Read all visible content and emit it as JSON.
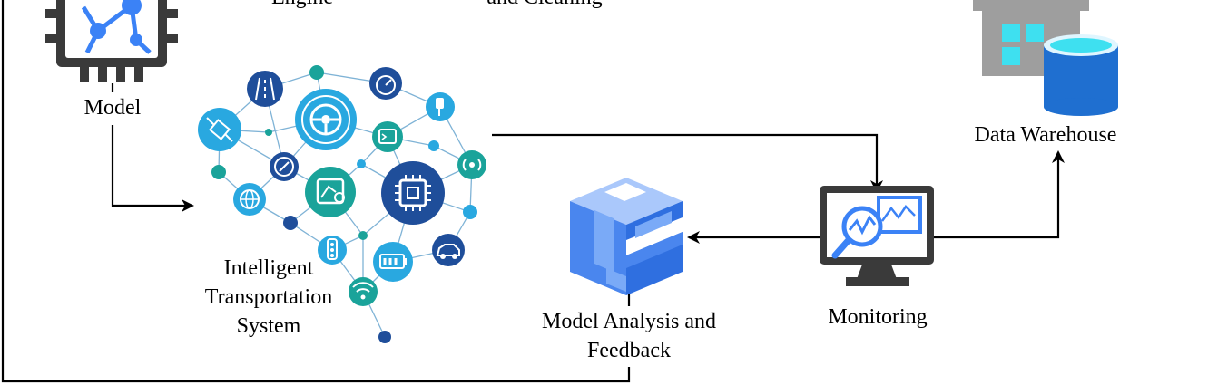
{
  "labels": {
    "model": "Model",
    "its_line1": "Intelligent",
    "its_line2": "Transportation",
    "its_line3": "System",
    "analysis_line1": "Model Analysis and",
    "analysis_line2": "Feedback",
    "monitoring": "Monitoring",
    "warehouse": "Data Warehouse",
    "top_cut_left": "Engine",
    "top_cut_right": "and Cleaning"
  },
  "colors": {
    "line": "#000000",
    "chip": "#3a3a3a",
    "network_blue": "#3b82f6",
    "teal": "#1aa39a",
    "navy": "#1f4e9a",
    "cyan": "#29a8e0",
    "cube_light": "#7aaaf7",
    "cube_mid": "#4a86ee",
    "cube_dark": "#2f6fe0",
    "monitor": "#3a3a3a",
    "building_gray": "#9e9e9e",
    "window_cyan": "#3ee0f0",
    "cylinder_blue": "#1f6fd0"
  },
  "icons": [
    "ai-chip-icon",
    "brain-network-icon",
    "analysis-cube-icon",
    "monitoring-display-icon",
    "data-warehouse-icon"
  ]
}
